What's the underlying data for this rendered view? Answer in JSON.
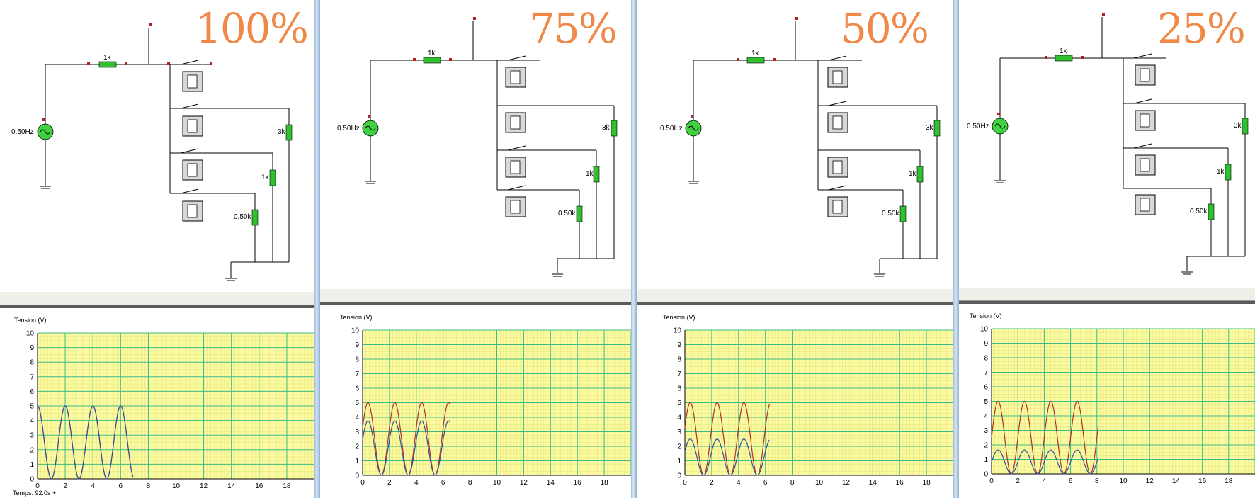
{
  "panels": [
    {
      "percent": "100%",
      "source_label": "0.50Hz",
      "series_resistor": "1k",
      "branch_resistors": [
        "3k",
        "1k",
        "0.50k"
      ],
      "y_axis_title": "Tension (V)",
      "status": "Temps: 92.0s +"
    },
    {
      "percent": "75%",
      "source_label": "0.50Hz",
      "series_resistor": "1k",
      "branch_resistors": [
        "3k",
        "1k",
        "0.50k"
      ],
      "y_axis_title": "Tension (V)"
    },
    {
      "percent": "50%",
      "source_label": "0.50Hz",
      "series_resistor": "1k",
      "branch_resistors": [
        "3k",
        "1k",
        "0.50k"
      ],
      "y_axis_title": "Tension (V)"
    },
    {
      "percent": "25%",
      "source_label": "0.50Hz",
      "series_resistor": "1k",
      "branch_resistors": [
        "3k",
        "1k",
        "0.50k"
      ],
      "y_axis_title": "Tension (V)"
    }
  ],
  "colors": {
    "percent_text": "#f08848",
    "plot_background": "#fafaa0",
    "grid_major": "#3cbc84",
    "source_wave": "#b03030",
    "output_wave": "#3050a0",
    "resistor": "#30c030",
    "source_fill": "#40d040"
  },
  "chart_data": [
    {
      "type": "line",
      "ylabel": "Tension (V)",
      "xlim": [
        0,
        20
      ],
      "ylim": [
        0,
        10
      ],
      "xticks": [
        0,
        2,
        4,
        6,
        8,
        10,
        12,
        14,
        16,
        18
      ],
      "yticks": [
        0,
        1,
        2,
        3,
        4,
        5,
        6,
        7,
        8,
        9,
        10
      ],
      "grid": true,
      "series": [
        {
          "amplitude": 2.5,
          "offset": 2.5,
          "period": 2,
          "phase": 0.25,
          "x_end": 6.9,
          "color_key": "source_wave"
        },
        {
          "amplitude": 2.5,
          "offset": 2.5,
          "period": 2,
          "phase": 0.25,
          "x_end": 6.9,
          "color_key": "output_wave"
        }
      ]
    },
    {
      "type": "line",
      "ylabel": "Tension (V)",
      "xlim": [
        0,
        20
      ],
      "ylim": [
        0,
        10
      ],
      "xticks": [
        0,
        2,
        4,
        6,
        8,
        10,
        12,
        14,
        16,
        18
      ],
      "yticks": [
        0,
        1,
        2,
        3,
        4,
        5,
        6,
        7,
        8,
        9,
        10
      ],
      "grid": true,
      "series": [
        {
          "amplitude": 2.5,
          "offset": 2.5,
          "period": 2,
          "phase": 0.05,
          "x_end": 6.5,
          "color_key": "source_wave"
        },
        {
          "amplitude": 1.875,
          "offset": 1.875,
          "period": 2,
          "phase": 0.05,
          "x_end": 6.5,
          "color_key": "output_wave"
        }
      ]
    },
    {
      "type": "line",
      "ylabel": "Tension (V)",
      "xlim": [
        0,
        20
      ],
      "ylim": [
        0,
        10
      ],
      "xticks": [
        0,
        2,
        4,
        6,
        8,
        10,
        12,
        14,
        16,
        18
      ],
      "yticks": [
        0,
        1,
        2,
        3,
        4,
        5,
        6,
        7,
        8,
        9,
        10
      ],
      "grid": true,
      "series": [
        {
          "amplitude": 2.5,
          "offset": 2.5,
          "period": 2,
          "phase": 0.05,
          "x_end": 6.3,
          "color_key": "source_wave"
        },
        {
          "amplitude": 1.25,
          "offset": 1.25,
          "period": 2,
          "phase": 0.05,
          "x_end": 6.3,
          "color_key": "output_wave"
        }
      ]
    },
    {
      "type": "line",
      "ylabel": "Tension (V)",
      "xlim": [
        0,
        20
      ],
      "ylim": [
        0,
        10
      ],
      "xticks": [
        0,
        2,
        4,
        6,
        8,
        10,
        12,
        14,
        16,
        18
      ],
      "yticks": [
        0,
        1,
        2,
        3,
        4,
        5,
        6,
        7,
        8,
        9,
        10
      ],
      "grid": true,
      "series": [
        {
          "amplitude": 2.5,
          "offset": 2.5,
          "period": 2,
          "phase": 0.0,
          "x_end": 8.1,
          "color_key": "source_wave"
        },
        {
          "amplitude": 0.825,
          "offset": 0.825,
          "period": 2,
          "phase": 0.0,
          "x_end": 8.1,
          "color_key": "output_wave"
        }
      ]
    }
  ]
}
